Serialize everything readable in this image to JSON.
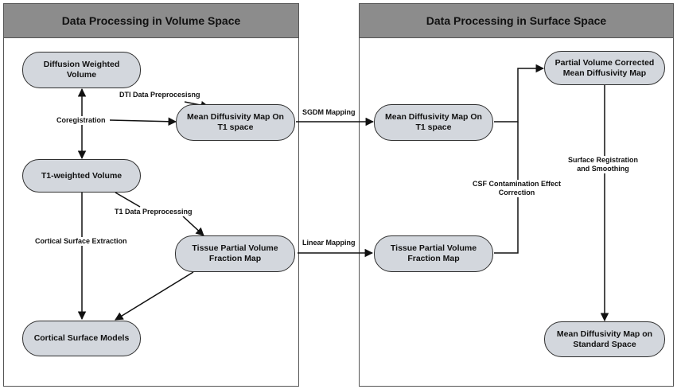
{
  "panels": {
    "volume": {
      "title": "Data Processing in Volume Space"
    },
    "surface": {
      "title": "Data Processing in Surface Space"
    }
  },
  "nodes": {
    "dwv": "Diffusion Weighted\nVolume",
    "md_t1_vol": "Mean Diffusivity Map On\nT1 space",
    "t1w": "T1-weighted Volume",
    "tpv_vol": "Tissue Partial Volume\nFraction Map",
    "csm": "Cortical Surface Models",
    "md_t1_surf": "Mean Diffusivity Map On\nT1 space",
    "tpv_surf": "Tissue Partial Volume\nFraction Map",
    "pvc": "Partial Volume Corrected\nMean Diffusivity Map",
    "md_std": "Mean Diffusivity Map on\nStandard Space"
  },
  "edge_labels": {
    "dti": "DTI Data Preprocesisng",
    "coreg": "Coregistration",
    "t1pre": "T1 Data Preprocessing",
    "cortical": "Cortical Surface Extraction",
    "sgdm": "SGDM Mapping",
    "linear": "Linear Mapping",
    "csf": "CSF Contamination Effect\nCorrection",
    "surfreg": "Surface Registration\nand Smoothing"
  }
}
